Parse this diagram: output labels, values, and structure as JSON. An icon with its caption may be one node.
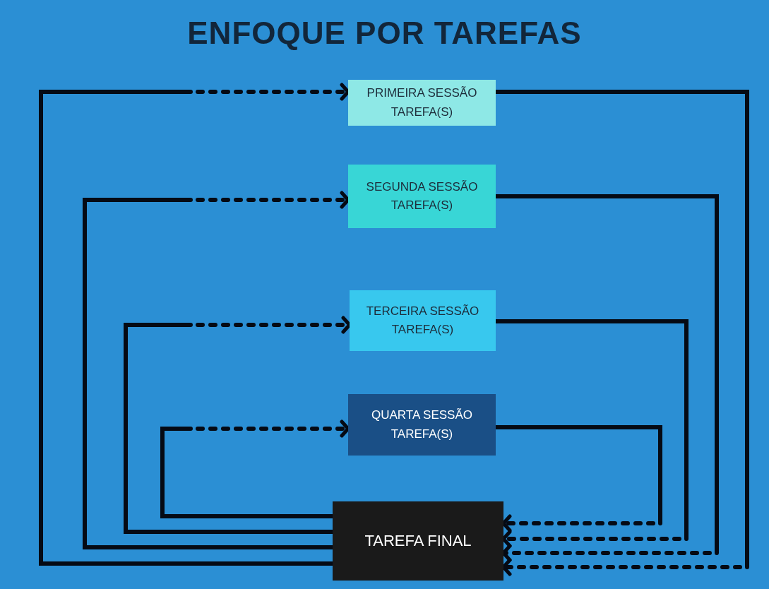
{
  "diagram": {
    "title": "ENFOQUE POR TAREFAS",
    "nodes": [
      {
        "text": [
          "PRIMEIRA SESSÃO",
          "TAREFA(S)"
        ]
      },
      {
        "text": [
          "SEGUNDA SESSÃO",
          "TAREFA(S)"
        ]
      },
      {
        "text": [
          "TERCEIRA SESSÃO",
          "TAREFA(S)"
        ]
      },
      {
        "text": [
          "QUARTA SESSÃO",
          "TAREFA(S)"
        ]
      },
      {
        "text": [
          "TAREFA FINAL"
        ]
      }
    ],
    "edges": [
      {
        "from": 4,
        "to": 0,
        "arrow": "to",
        "style": "dashed"
      },
      {
        "from": 4,
        "to": 1,
        "arrow": "to",
        "style": "dashed"
      },
      {
        "from": 4,
        "to": 2,
        "arrow": "to",
        "style": "dashed"
      },
      {
        "from": 4,
        "to": 3,
        "arrow": "to",
        "style": "dashed"
      },
      {
        "from": 0,
        "to": 4,
        "arrow": "to",
        "style": "dashed"
      },
      {
        "from": 1,
        "to": 4,
        "arrow": "to",
        "style": "dashed"
      },
      {
        "from": 2,
        "to": 4,
        "arrow": "to",
        "style": "dashed"
      },
      {
        "from": 3,
        "to": 4,
        "arrow": "to",
        "style": "dashed"
      }
    ]
  }
}
